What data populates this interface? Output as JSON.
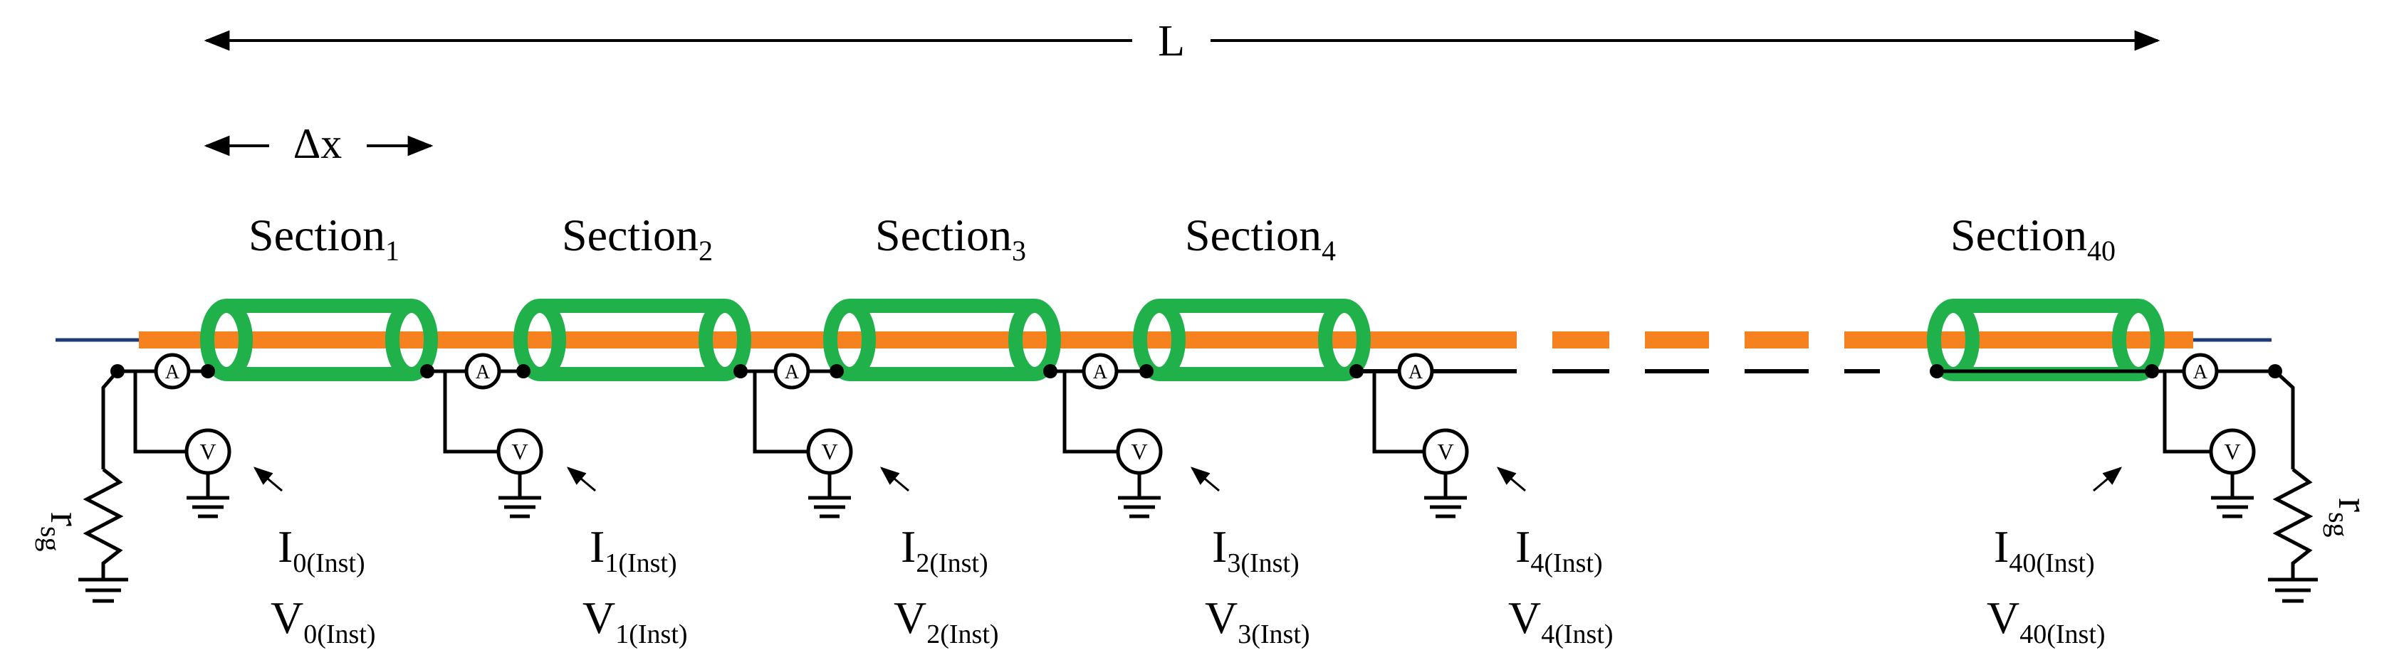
{
  "colors": {
    "conductor": "#F5821F",
    "sheath": "#21B14B",
    "wire": "#000000",
    "line_end": "#1F3A7A",
    "background": "#FFFFFF"
  },
  "dimension_labels": {
    "total_length": "L",
    "section_length": "Δx"
  },
  "sections": [
    {
      "base": "Section",
      "sub": "1"
    },
    {
      "base": "Section",
      "sub": "2"
    },
    {
      "base": "Section",
      "sub": "3"
    },
    {
      "base": "Section",
      "sub": "4"
    },
    {
      "base": "Section",
      "sub": "40"
    }
  ],
  "measurement_points": [
    {
      "current": "I",
      "voltage": "V",
      "index": "0",
      "mode": "(Inst)"
    },
    {
      "current": "I",
      "voltage": "V",
      "index": "1",
      "mode": "(Inst)"
    },
    {
      "current": "I",
      "voltage": "V",
      "index": "2",
      "mode": "(Inst)"
    },
    {
      "current": "I",
      "voltage": "V",
      "index": "3",
      "mode": "(Inst)"
    },
    {
      "current": "I",
      "voltage": "V",
      "index": "4",
      "mode": "(Inst)"
    },
    {
      "current": "I",
      "voltage": "V",
      "index": "40",
      "mode": "(Inst)"
    }
  ],
  "meters": {
    "ammeter": "A",
    "voltmeter": "V"
  },
  "grounding_resistors": [
    {
      "label": "r",
      "sub": "sg"
    },
    {
      "label": "r",
      "sub": "sg"
    }
  ],
  "icons": [
    "ammeter-icon",
    "voltmeter-icon",
    "ground-icon",
    "resistor-icon",
    "cable-section-icon"
  ]
}
